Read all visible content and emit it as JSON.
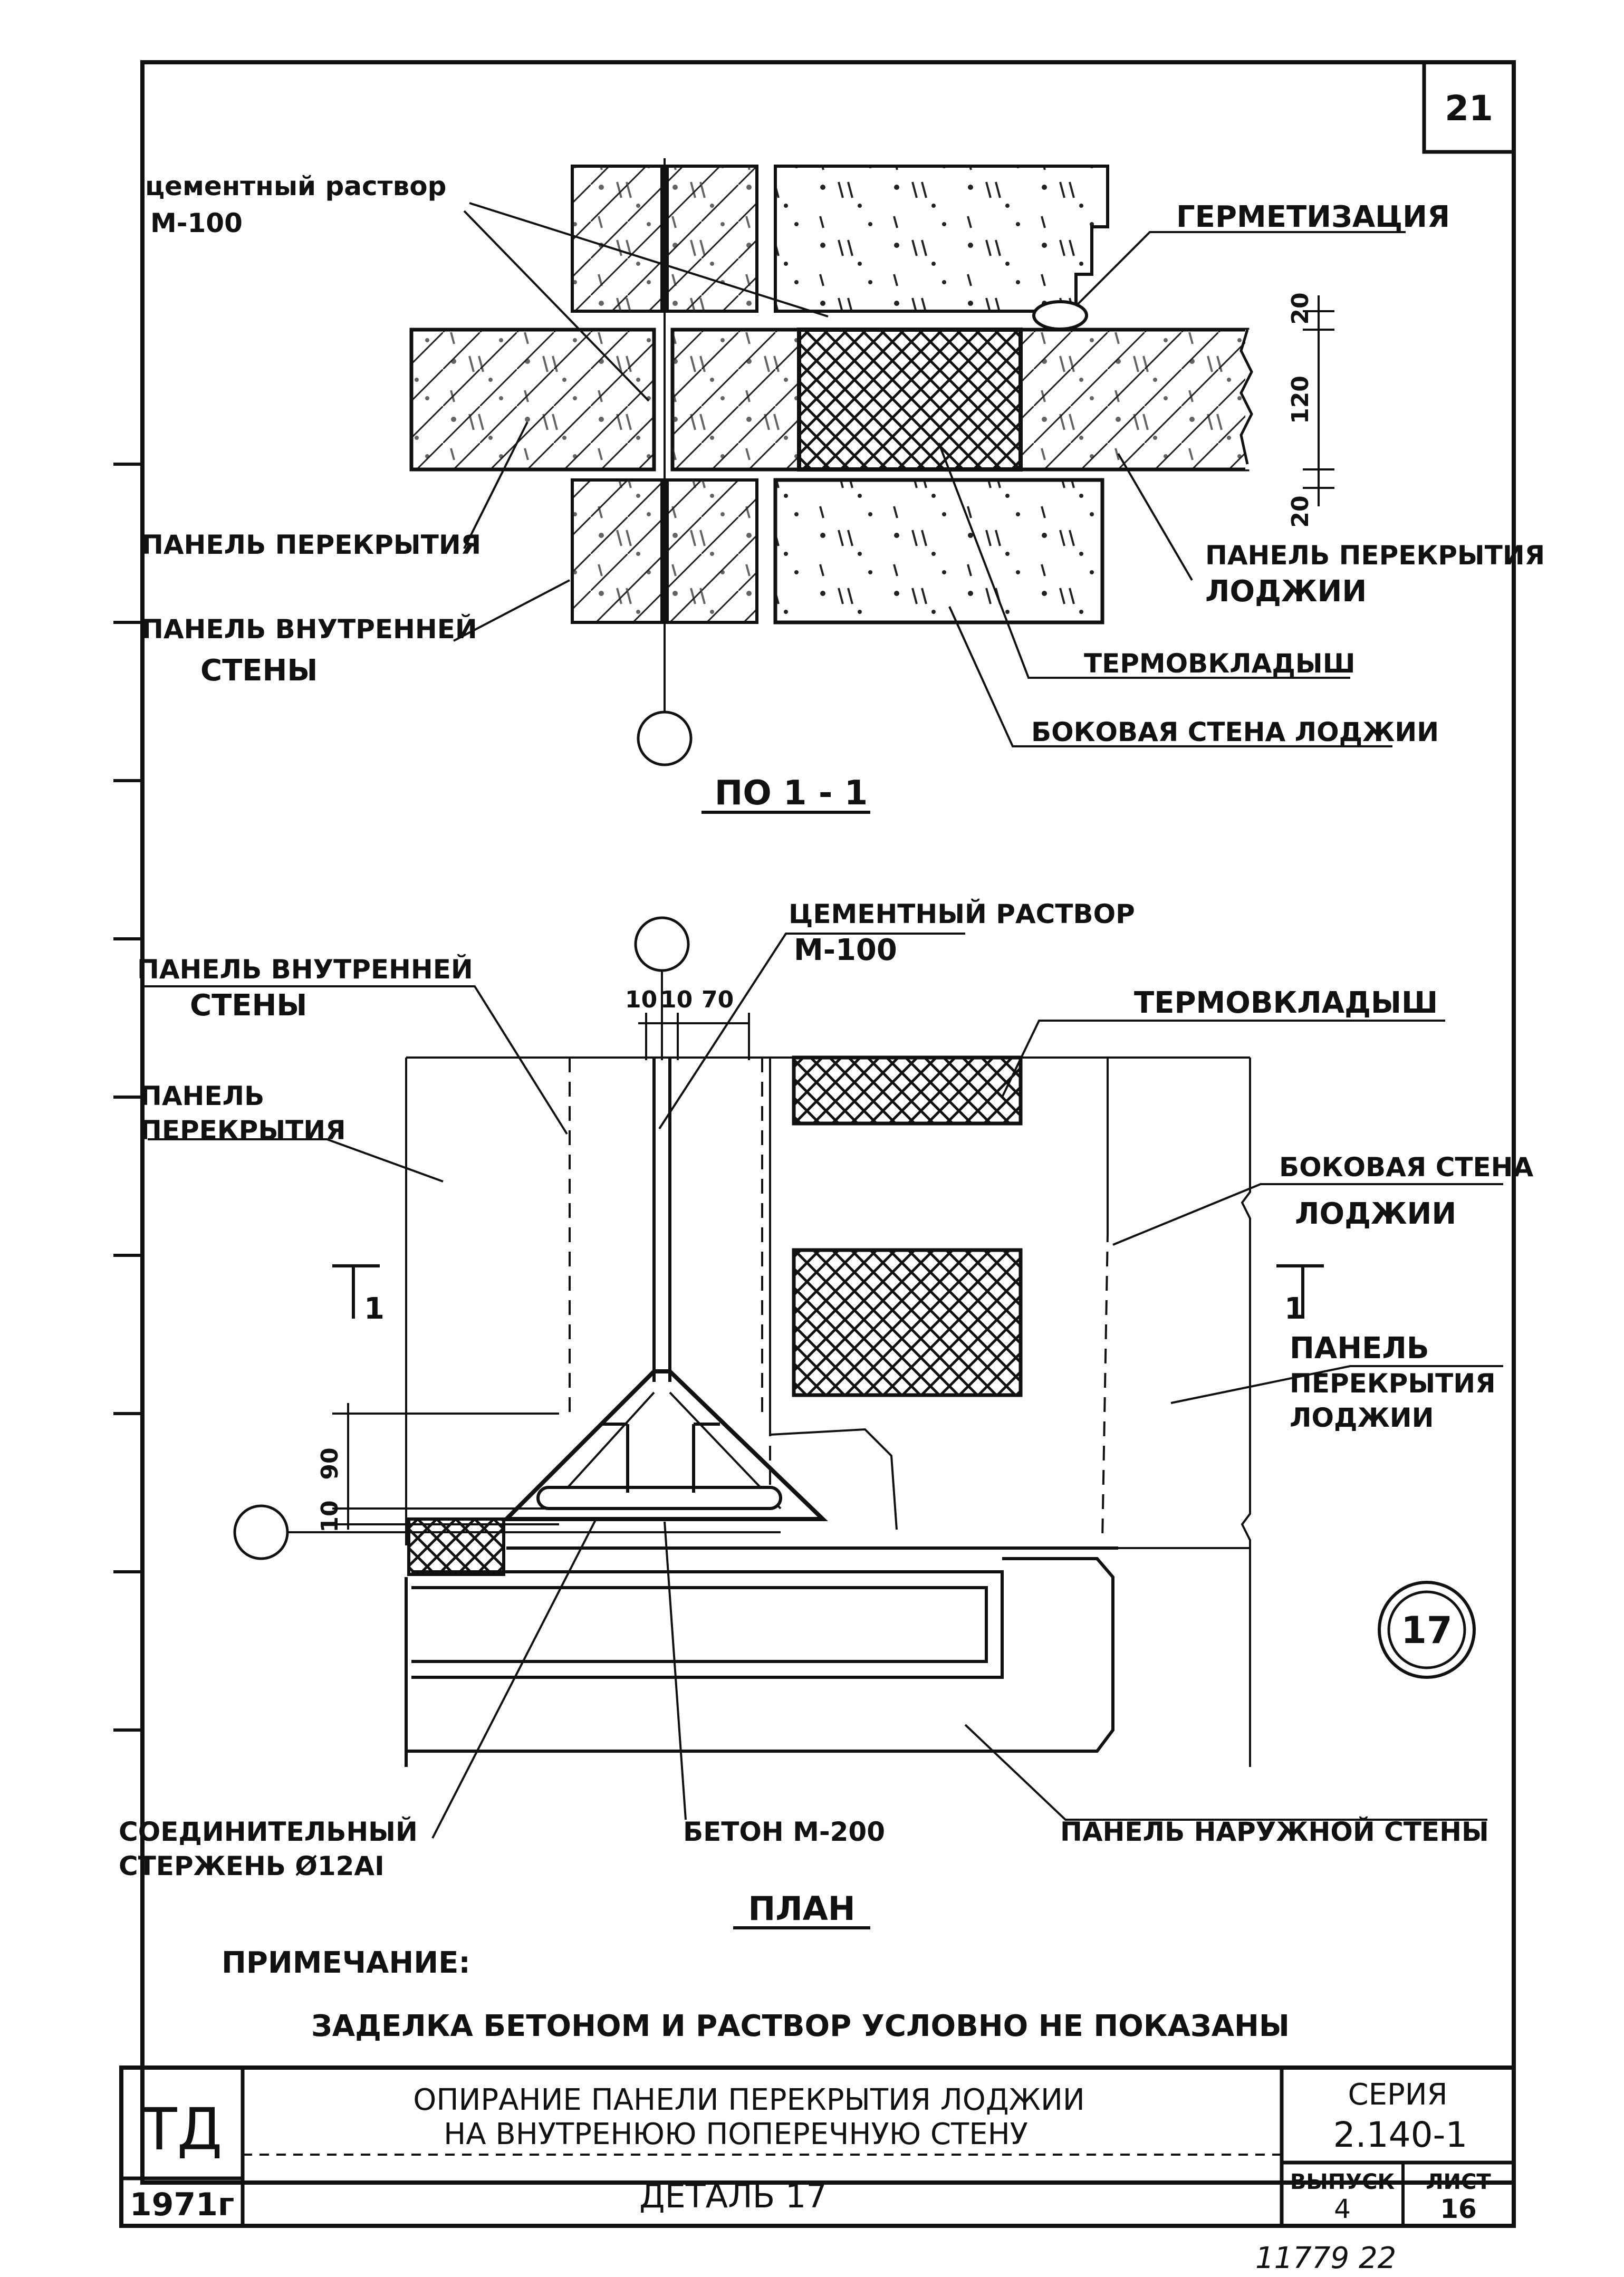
{
  "sheet_number": "21",
  "section_top": {
    "title": "ПО 1 - 1",
    "labels": {
      "cement_mortar": "цементный раствор",
      "cement_grade": "М-100",
      "sealing": "ГЕРМЕТИЗАЦИЯ",
      "floor_panel": "ПАНЕЛЬ ПЕРЕКРЫТИЯ",
      "interior_wall_l1": "ПАНЕЛЬ ВНУТРЕННЕЙ",
      "interior_wall_l2": "СТЕНЫ",
      "loggia_floor_l1": "ПАНЕЛЬ ПЕРЕКРЫТИЯ",
      "loggia_floor_l2": "ЛОДЖИИ",
      "thermal_insert": "ТЕРМОВКЛАДЫШ",
      "side_wall": "БОКОВАЯ СТЕНА ЛОДЖИИ"
    },
    "dims": [
      "20",
      "120",
      "20"
    ]
  },
  "section_plan": {
    "title": "ПЛАН",
    "labels": {
      "cement_mortar": "ЦЕМЕНТНЫЙ РАСТВОР",
      "cement_grade": "М-100",
      "interior_wall_l1": "ПАНЕЛЬ ВНУТРЕННЕЙ",
      "interior_wall_l2": "СТЕНЫ",
      "floor_panel_l1": "ПАНЕЛЬ",
      "floor_panel_l2": "ПЕРЕКРЫТИЯ",
      "thermal_insert": "ТЕРМОВКЛАДЫШ",
      "side_wall_l1": "БОКОВАЯ СТЕНА",
      "side_wall_l2": "ЛОДЖИИ",
      "loggia_floor_l1": "ПАНЕЛЬ",
      "loggia_floor_l2": "ПЕРЕКРЫТИЯ",
      "loggia_floor_l3": "ЛОДЖИИ",
      "rod_l1": "СОЕДИНИТЕЛЬНЫЙ",
      "rod_l2": "СТЕРЖЕНЬ Ø12АI",
      "concrete": "БЕТОН М-200",
      "outer_wall": "ПАНЕЛЬ НАРУЖНОЙ СТЕНЫ",
      "cut_mark": "1",
      "detail_no": "17"
    },
    "dims_top": [
      "10",
      "10",
      "70"
    ],
    "dims_left": [
      "90",
      "10"
    ]
  },
  "note": {
    "heading": "ПРИМЕЧАНИЕ:",
    "text": "ЗАДЕЛКА БЕТОНОМ И РАСТВОР УСЛОВНО НЕ ПОКАЗАНЫ"
  },
  "title_block": {
    "org": "ТД",
    "year": "1971г",
    "title_l1": "ОПИРАНИЕ ПАНЕЛИ ПЕРЕКРЫТИЯ ЛОДЖИИ",
    "title_l2": "НА ВНУТРЕНЮЮ ПОПЕРЕЧНУЮ СТЕНУ",
    "detail": "ДЕТАЛЬ 17",
    "series_label": "СЕРИЯ",
    "series": "2.140-1",
    "issue_label": "ВЫПУСК",
    "issue": "4",
    "sheet_label": "ЛИСТ",
    "sheet": "16"
  },
  "archive_number": "11779  22"
}
